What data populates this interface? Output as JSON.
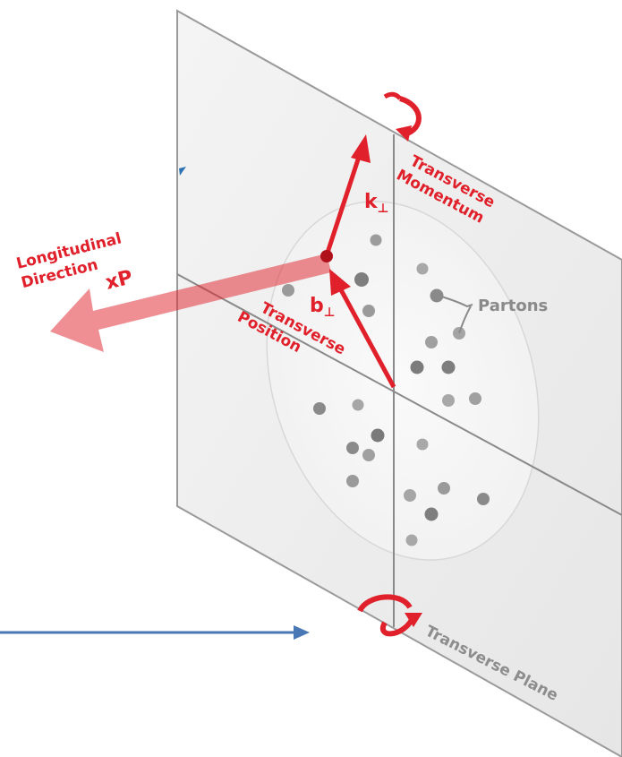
{
  "labels": {
    "longitudinal_line1": "Longitudinal",
    "longitudinal_line2": "Direction",
    "xp": "xP",
    "k_perp": "k",
    "b_perp": "b",
    "perp_symbol": "⊥",
    "transverse_momentum_line1": "Transverse",
    "transverse_momentum_line2": "Momentum",
    "transverse_position_line1": "Transverse",
    "transverse_position_line2": "Position",
    "partons": "Partons",
    "transverse_plane": "Transverse Plane"
  },
  "colors": {
    "accent_red": "#e0202a",
    "pointer_blue": "#4a78b5",
    "plane_fill": "#efefef",
    "plane_edge": "#9a9a9a",
    "parton": "#8e8e8e"
  },
  "icons": {
    "top_rotation": "rotation-arrow-icon",
    "bottom_rotation": "rotation-arrow-icon"
  }
}
